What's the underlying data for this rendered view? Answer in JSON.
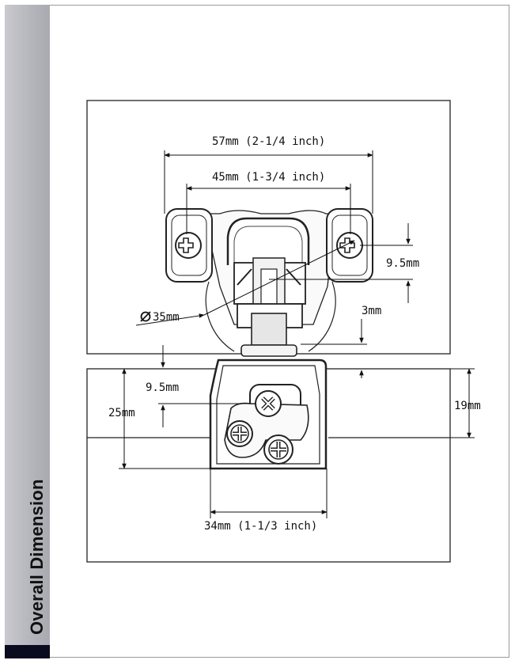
{
  "sidebar": {
    "title": "Overall Dimension"
  },
  "dimensions": {
    "overall_width": "57mm (2-1/4 inch)",
    "hole_spacing": "45mm (1-3/4 inch)",
    "screw_offset_top": "9.5mm",
    "cup_diameter": "35mm",
    "gap": "3mm",
    "screw_offset_bottom": "9.5mm",
    "plate_height": "25mm",
    "plate_overlap": "19mm",
    "plate_width": "34mm (1-1/3 inch)"
  },
  "symbols": {
    "diameter": "diameter-icon"
  }
}
